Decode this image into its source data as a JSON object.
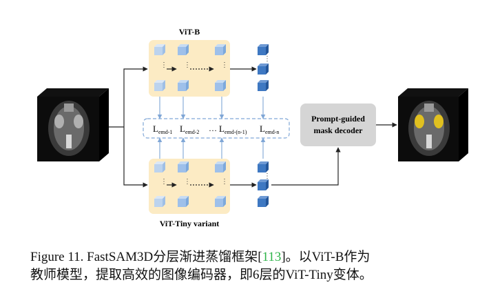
{
  "diagram": {
    "teacher_label": "ViT-B",
    "student_label": "ViT-Tiny variant",
    "decoder_label_line1": "Prompt-guided",
    "decoder_label_line2": "mask decoder",
    "loss_terms": [
      "emd-1",
      "emd-2",
      "emd-(n-1)",
      "emd-n"
    ],
    "loss_letter": "L",
    "ellipsis": "…"
  },
  "caption": {
    "line1_prefix": "Figure 11. FastSAM3D分层渐进蒸馏框架[",
    "ref": "113",
    "line1_suffix": "]。以ViT-B作为",
    "line2": "教师模型，提取高效的图像编码器，即6层的ViT-Tiny变体。"
  },
  "colors": {
    "panel_fill": "#fcebc4",
    "decoder_fill": "#d5d5d5",
    "cube_light": "#bcd3ee",
    "cube_dark": "#3e78c2",
    "dashed": "#7fa6d6"
  }
}
